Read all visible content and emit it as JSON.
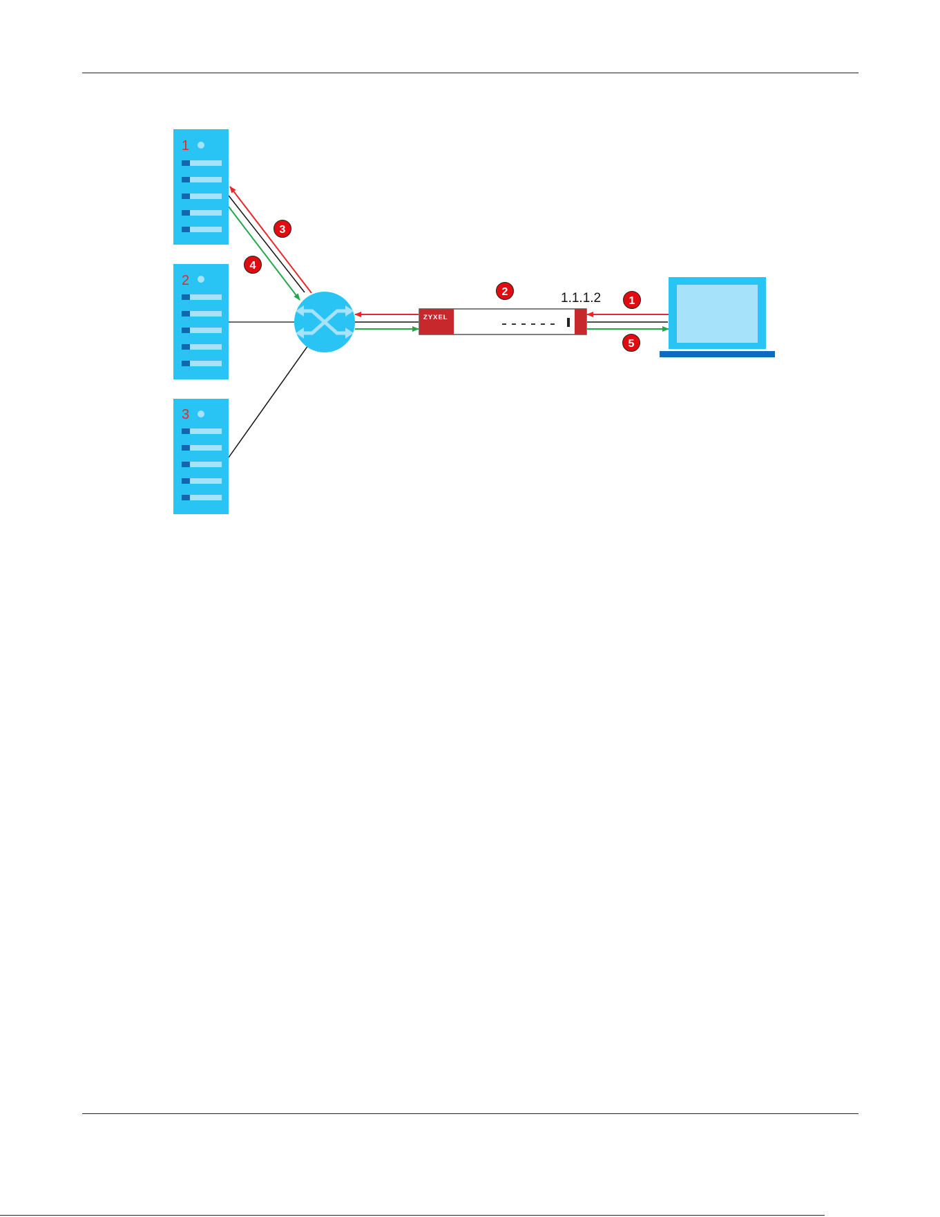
{
  "diagram": {
    "servers": [
      {
        "label": "1"
      },
      {
        "label": "2"
      },
      {
        "label": "3"
      }
    ],
    "firewall": {
      "brand": "ZYXEL"
    },
    "client": {
      "ip": "1.1.1.2"
    },
    "steps": [
      "1",
      "2",
      "3",
      "4",
      "5"
    ],
    "colors": {
      "server": "#29c4f4",
      "server_slot": "#a6e3fa",
      "server_port": "#1566b0",
      "switch": "#29c4f4",
      "firewall": "#c6282c",
      "laptop": "#29c4f4",
      "laptop_screen": "#a6e3fa",
      "laptop_base": "#0a6bc0",
      "request_arrow": "#e8272b",
      "response_arrow": "#1fa84a",
      "link": "#111111",
      "step_badge": "#e10b12"
    }
  }
}
